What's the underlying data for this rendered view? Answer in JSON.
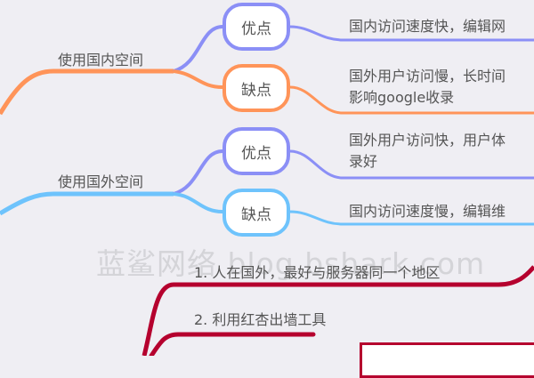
{
  "colors": {
    "background": "#efeef3",
    "orange": "#ff9459",
    "purple": "#8b8ff6",
    "blue": "#6ec3fc",
    "crimson": "#b5002e",
    "text": "#555555"
  },
  "branches": [
    {
      "label": "使用国内空间",
      "color": "#ff9459",
      "children": [
        {
          "node": "优点",
          "color": "#8b8ff6",
          "text": [
            "国内访问速度快，编辑网"
          ]
        },
        {
          "node": "缺点",
          "color": "#ff9459",
          "text": [
            "国外用户访问慢，长时间",
            "影响google收录"
          ]
        }
      ]
    },
    {
      "label": "使用国外空间",
      "color": "#6ec3fc",
      "children": [
        {
          "node": "优点",
          "color": "#8b8ff6",
          "text": [
            "国外用户访问快，用户体",
            "录好"
          ]
        },
        {
          "node": "缺点",
          "color": "#6ec3fc",
          "text": [
            "国内访问速度慢，编辑维"
          ]
        }
      ]
    }
  ],
  "tips": [
    "1. 人在国外，最好与服务器同一个地区",
    "2. 利用红杏出墙工具"
  ],
  "watermark": "蓝鲨网络 blog.bshark.com"
}
